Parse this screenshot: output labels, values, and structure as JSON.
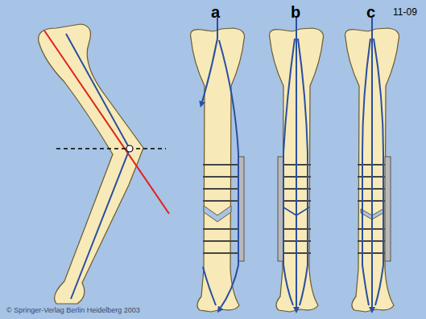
{
  "diagram": {
    "labels": [
      "a",
      "b",
      "c",
      "11-09",
      "© Springer-Verlag Berlin Heidelberg 2003"
    ]
  }
}
